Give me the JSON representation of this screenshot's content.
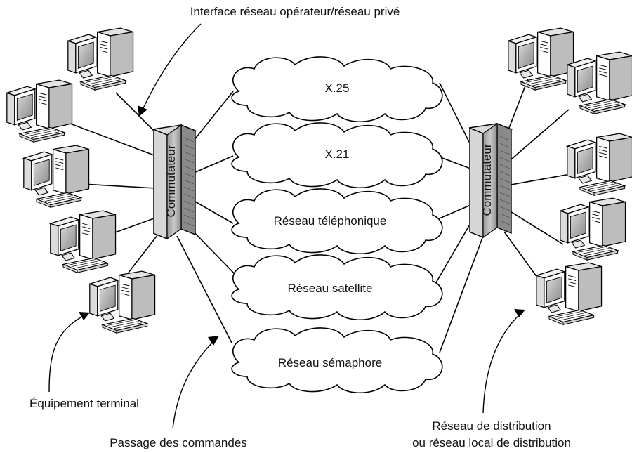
{
  "labels": {
    "interface": "Interface réseau opérateur/réseau privé",
    "terminal": "Équipement terminal",
    "commands": "Passage des commandes",
    "distribution_1": "Réseau de distribution",
    "distribution_2": "ou réseau local de distribution"
  },
  "switches": {
    "left": "Commutateur",
    "right": "Commutateur"
  },
  "networks": [
    "X.25",
    "X.21",
    "Réseau téléphonique",
    "Réseau satellite",
    "Réseau sémaphore"
  ]
}
